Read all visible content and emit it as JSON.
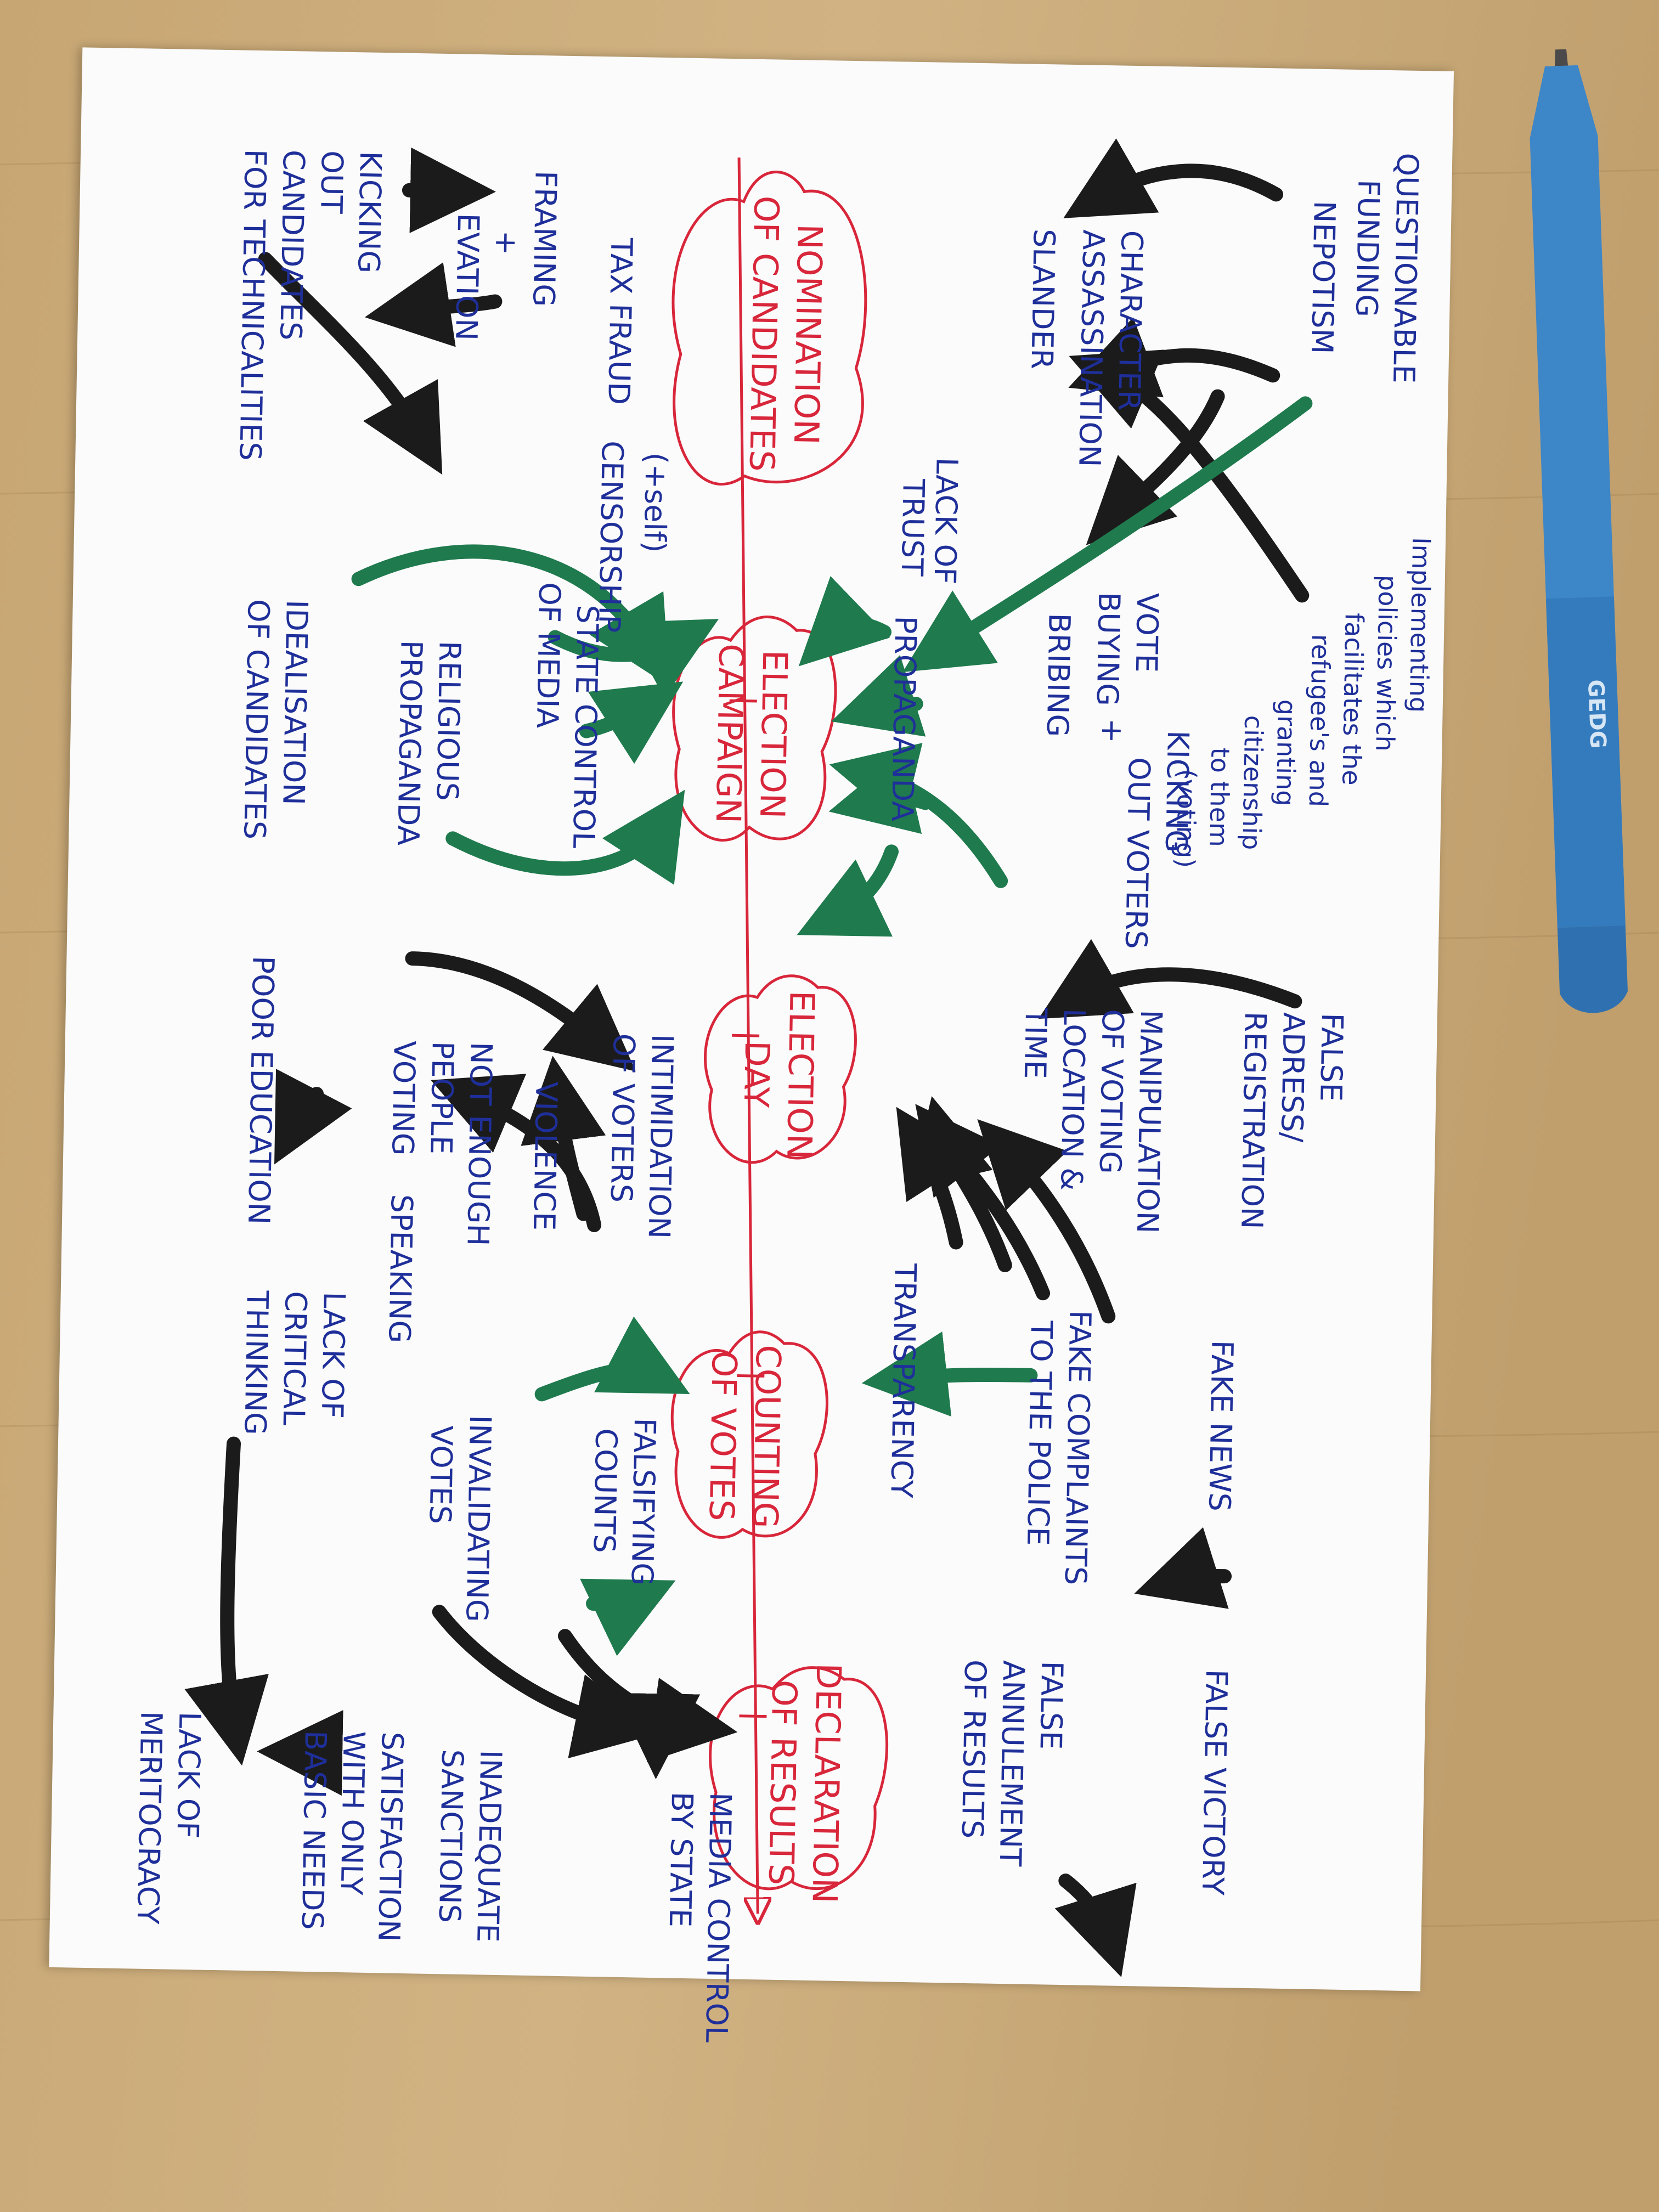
{
  "stages": {
    "nomination": [
      "NOMINATION",
      "OF CANDIDATES"
    ],
    "campaign": [
      "ELECTION",
      "CAMPAIGN"
    ],
    "election_day": [
      "ELECTION",
      "DAY"
    ],
    "counting": [
      "COUNTING",
      "OF VOTES"
    ],
    "declaration": [
      "DECLARATION",
      "OF RESULTS"
    ]
  },
  "top_side": {
    "questionable_funding": [
      "QUESTIONABLE",
      "FUNDING"
    ],
    "nepotism": "NEPOTISM",
    "character_assassination": [
      "CHARACTER",
      "ASSASSINATION"
    ],
    "slander": "SLANDER",
    "lack_of_trust": [
      "LACK OF",
      "TRUST"
    ],
    "implementing": [
      "Implementing",
      "policies which",
      "facilitates the",
      "refugee's and",
      "granting",
      "citizenship",
      "to them",
      "(voting)"
    ],
    "vote_buying": [
      "VOTE",
      "BUYING",
      "+",
      "BRIBING"
    ],
    "propaganda": "PROPAGANDA",
    "kicking_out_voters": [
      "KICKING",
      "OUT VOTERS"
    ],
    "false_adress": [
      "FALSE",
      "ADRESS/",
      "REGISTRATION"
    ],
    "manipulation": [
      "MANIPULATION",
      "OF VOTING",
      "LOCATION &",
      "TIME"
    ],
    "transparency": "TRANSPARENCY",
    "fake_complaints": [
      "FAKE COMPLAINTS",
      "TO THE POLICE"
    ],
    "fake_news": "FAKE NEWS",
    "false_victory": "FALSE VICTORY",
    "false_annulement": [
      "FALSE",
      "ANNULEMENT",
      "OF RESULTS"
    ]
  },
  "bottom_side": {
    "framing": "FRAMING",
    "tax_fraud": [
      "TAX FRAUD",
      "+",
      "EVATION"
    ],
    "kicking_out_candidates": [
      "KICKING",
      "OUT",
      "CANDIDATES",
      "FOR TECHNICALITIES"
    ],
    "self_censorship": [
      "(+self)",
      "CENSORSHIP"
    ],
    "state_control": [
      "STATE CONTROL",
      "OF MEDIA"
    ],
    "religious_propaganda": [
      "RELIGIOUS",
      "PROPAGANDA"
    ],
    "idealisation": [
      "IDEALISATION",
      "OF CANDIDATES"
    ],
    "intimidation": [
      "INTIMIDATION",
      "OF VOTERS"
    ],
    "violence": "VIOLENCE",
    "not_enough": [
      "NOT ENOUGH",
      "PEOPLE",
      "VOTING"
    ],
    "speaking": "SPEAKING",
    "poor_education": "POOR EDUCATION",
    "lack_critical": [
      "LACK OF",
      "CRITICAL",
      "THINKING"
    ],
    "falsifying": [
      "FALSIFYING",
      "COUNTS"
    ],
    "invalidating": [
      "INVALIDATING",
      "VOTES"
    ],
    "inadequate": [
      "INADEQUATE",
      "SANCTIONS"
    ],
    "media_control": [
      "MEDIA CONTROL",
      "BY STATE"
    ],
    "satisfaction": [
      "SATISFACTION",
      "WITH ONLY",
      "BASIC NEEDS"
    ],
    "lack_meritocracy": [
      "LACK OF",
      "MERITOCRACY"
    ]
  },
  "pen": {
    "label": "GEDG"
  },
  "colors": {
    "desk": "#c9a97a",
    "paper": "#fbfbfb",
    "ink_blue": "#1f2f9a",
    "red": "#d8263a",
    "black_marker": "#1b1b1b",
    "green_marker": "#1f7a4e",
    "pen_blue": "#3c86c9"
  }
}
